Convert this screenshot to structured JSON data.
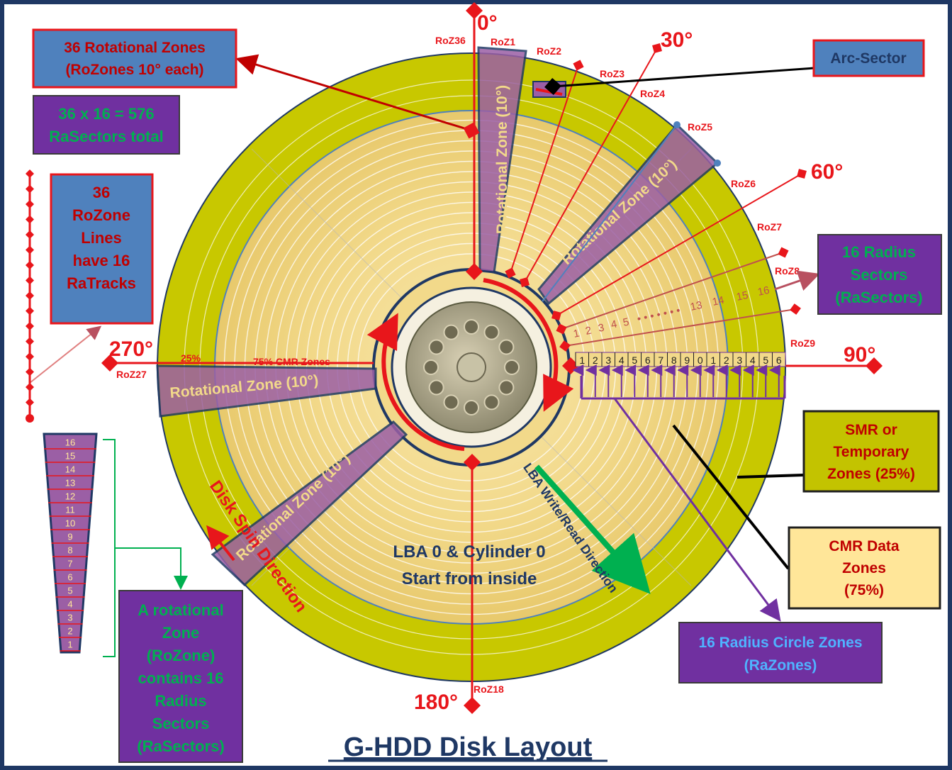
{
  "title": "G-HDD Disk Layout",
  "angles": {
    "a0": "0°",
    "a30": "30°",
    "a60": "60°",
    "a90": "90°",
    "a180": "180°",
    "a270": "270°"
  },
  "zone_labels": {
    "roz36": "RoZ36",
    "roz1": "RoZ1",
    "roz2": "RoZ2",
    "roz3": "RoZ3",
    "roz4": "RoZ4",
    "roz5": "RoZ5",
    "roz6": "RoZ6",
    "roz7": "RoZ7",
    "roz8": "RoZ8",
    "roz9": "RoZ9",
    "roz18": "RoZ18",
    "roz27": "RoZ27"
  },
  "wedge_label": "Rotational Zone (10°)",
  "pct_25": "25%",
  "pct_75_cmr": "75% CMR Zones",
  "radius_sector_numbers": [
    "1",
    "2",
    "3",
    "4",
    "5",
    "13",
    "14",
    "15",
    "16"
  ],
  "radius_sector_dots": "• • • • • • •",
  "track_numbers": [
    "1",
    "2",
    "3",
    "4",
    "5",
    "6",
    "7",
    "8",
    "9",
    "0",
    "1",
    "2",
    "3",
    "4",
    "5",
    "6"
  ],
  "sector_stack": [
    "16",
    "15",
    "14",
    "13",
    "12",
    "11",
    "10",
    "9",
    "8",
    "7",
    "6",
    "5",
    "4",
    "3",
    "2",
    "1"
  ],
  "center_text": [
    "LBA 0 & Cylinder 0",
    "Start from inside"
  ],
  "lba_direction": "LBA Write/Read Direction",
  "spin_direction": "Disk Spin Direction",
  "boxes": {
    "rotational_zones": [
      "36 Rotational Zones",
      "(RoZones 10° each)"
    ],
    "ra_sectors_total": [
      "36 x 16 = 576",
      "RaSectors total"
    ],
    "rozone_lines": [
      "36",
      "RoZone",
      "Lines",
      "have 16",
      "RaTracks"
    ],
    "arc_sector": [
      "Arc-Sector"
    ],
    "radius_sectors": [
      "16 Radius",
      "Sectors",
      "(RaSectors)"
    ],
    "smr_zones": [
      "SMR or",
      "Temporary",
      "Zones (25%)"
    ],
    "cmr_zones": [
      "CMR Data",
      "Zones",
      "(75%)"
    ],
    "radius_circle": [
      "16 Radius Circle Zones",
      "(RaZones)"
    ],
    "rotational_zone_contains": [
      "A rotational",
      "Zone",
      "(RoZone)",
      "contains 16",
      "Radius",
      "Sectors",
      "(RaSectors)"
    ]
  },
  "colors": {
    "border": "#1f3864",
    "outer_ring": "#c8c800",
    "platter": "#f2d98a",
    "wedge": "#9b5fa5",
    "red": "#e8161b",
    "blue_box": "#4f81bd",
    "purple_box": "#7030a0",
    "olive_box": "#c3c300",
    "cream_box": "#ffe699",
    "green": "#00b050",
    "green_text": "#00b050",
    "dark_text": "#1f3864"
  }
}
